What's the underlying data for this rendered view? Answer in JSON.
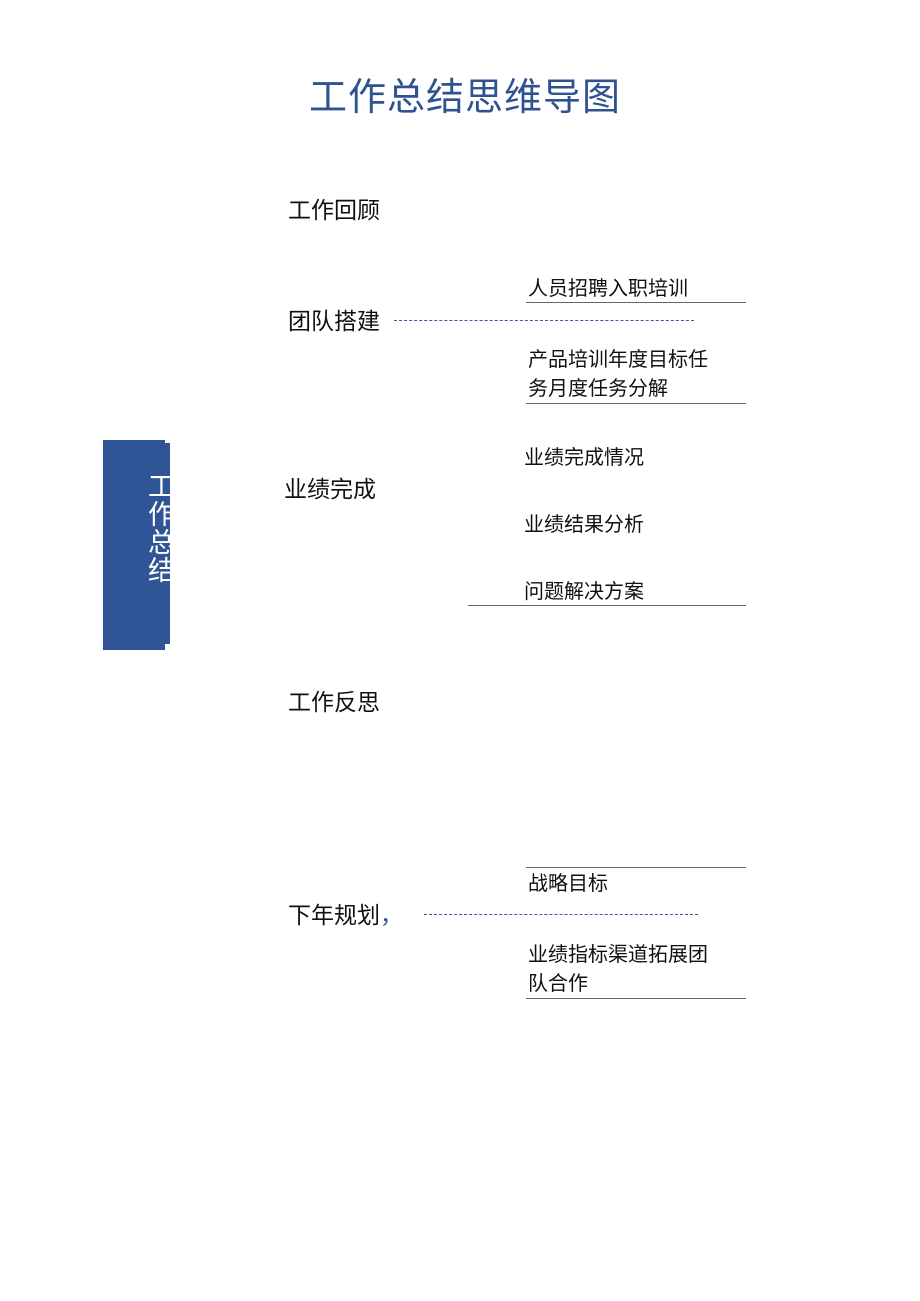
{
  "title": "工作总结思维导图",
  "root": {
    "label": "工作总结",
    "color": "#2f5597"
  },
  "branches": [
    {
      "label": "工作回顾",
      "children": []
    },
    {
      "label": "团队搭建",
      "connector": "dashed",
      "children": [
        {
          "label": "人员招聘入职培训"
        },
        {
          "label": "产品培训年度目标任务月度任务分解",
          "line1": "产品培训年度目标任",
          "line2": "务月度任务分解"
        }
      ]
    },
    {
      "label": "业绩完成",
      "children": [
        {
          "label": "业绩完成情况"
        },
        {
          "label": "业绩结果分析"
        },
        {
          "label": "问题解决方案"
        }
      ]
    },
    {
      "label": "工作反思",
      "children": []
    },
    {
      "label": "下年规划",
      "suffix": "，",
      "connector": "dashed",
      "children": [
        {
          "label": "战略目标"
        },
        {
          "label": "业绩指标渠道拓展团队合作",
          "line1": "业绩指标渠道拓展团",
          "line2": "队合作"
        }
      ]
    }
  ],
  "colors": {
    "title": "#2f5290",
    "root_fill": "#2f5597",
    "dash": "#3b5a9a",
    "line": "#666666",
    "text": "#111111"
  }
}
